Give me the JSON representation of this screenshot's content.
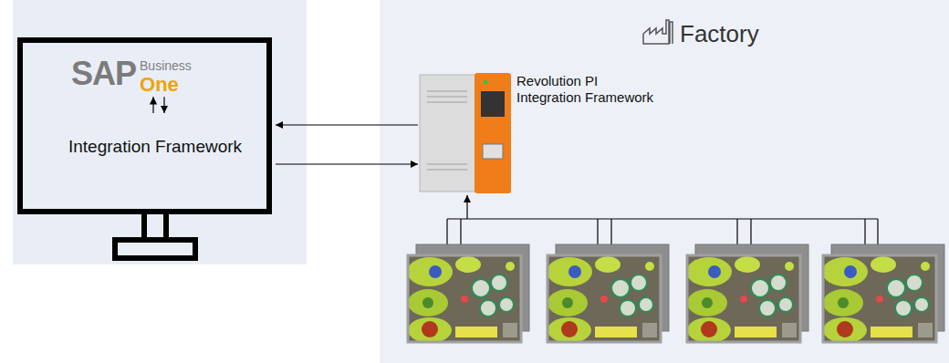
{
  "diagram": {
    "nodes": [
      {
        "text": [
          "SAP",
          "Business One"
        ]
      },
      {
        "text": [
          "Integration Framework"
        ]
      },
      {
        "text": [
          "Factory"
        ]
      },
      {
        "text": [
          "Revolution PI Integration Framework"
        ],
        "in": 2
      }
    ],
    "edges": [
      {
        "from": 1,
        "to": 0,
        "arrow": "to"
      },
      {
        "from": 0,
        "to": 1,
        "arrow": "to"
      },
      {
        "from": 3,
        "to": 1,
        "arrow": "to"
      },
      {
        "from": 1,
        "to": 3,
        "arrow": "to"
      }
    ]
  }
}
